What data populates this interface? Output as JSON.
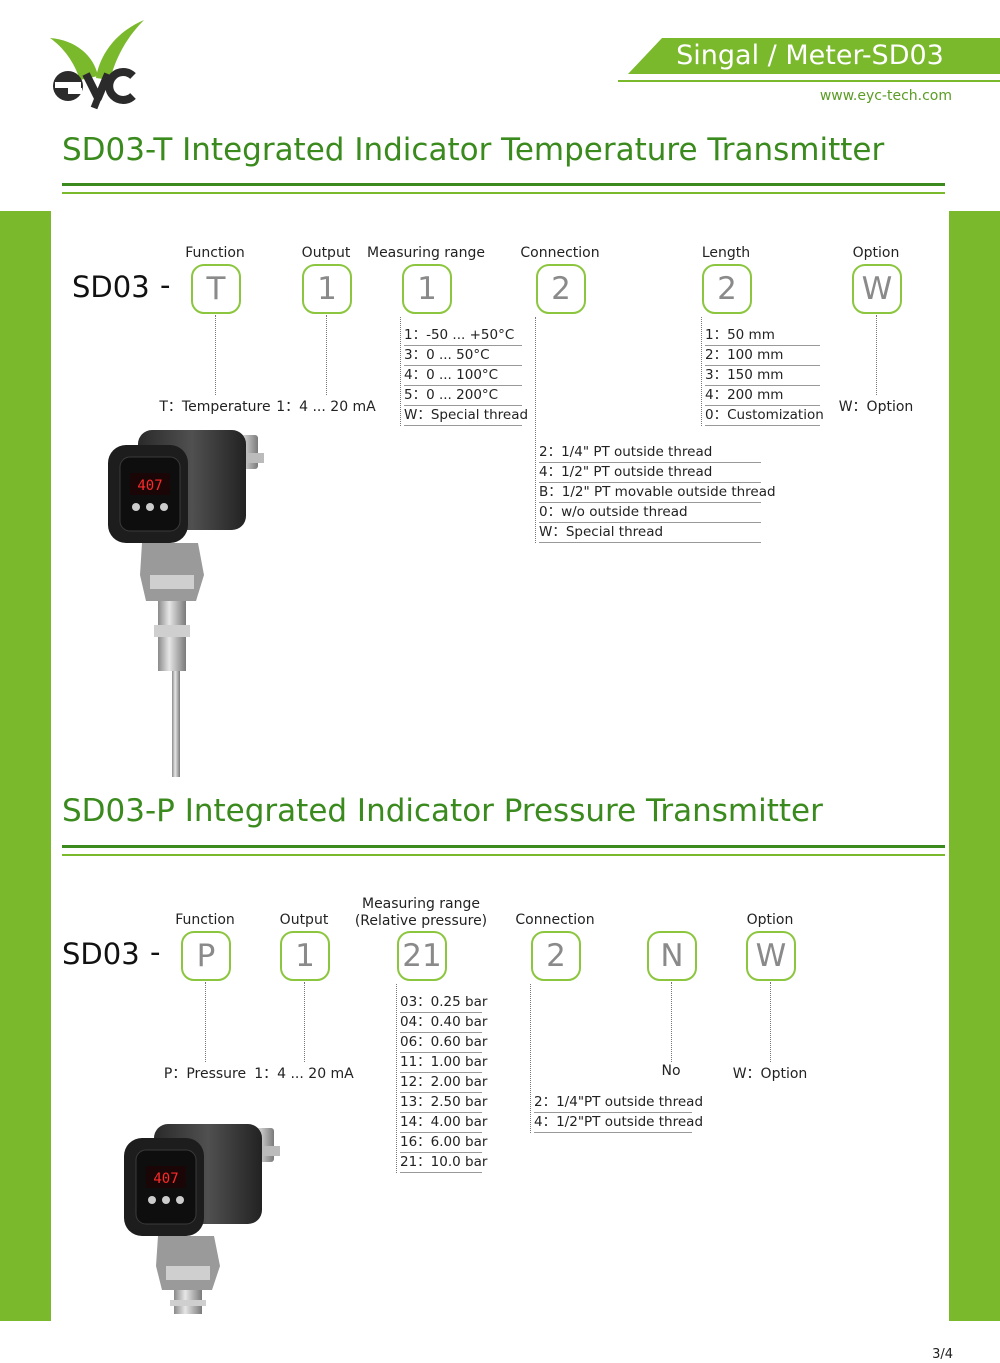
{
  "header": {
    "brand": "eyc",
    "title": "Singal / Meter-SD03",
    "url": "www.eyc-tech.com"
  },
  "colors": {
    "accent": "#7ab82c",
    "title_green": "#3a8a1e",
    "box_border": "#8cc63f"
  },
  "section_t": {
    "title": "SD03-T Integrated Indicator Temperature Transmitter",
    "model": "SD03",
    "dash": "-",
    "codes": [
      {
        "label": "Function",
        "value": "T",
        "desc": "T：Temperature"
      },
      {
        "label": "Output",
        "value": "1",
        "desc": "1：4 ... 20 mA"
      },
      {
        "label": "Measuring range",
        "value": "1",
        "options": [
          "1：-50 ... +50°C",
          "3：0 ... 50°C",
          "4：0 ... 100°C",
          "5：0 ... 200°C",
          "W：Special thread"
        ]
      },
      {
        "label": "Connection",
        "value": "2",
        "options": [
          "2：1/4\" PT outside thread",
          "4：1/2\" PT outside thread",
          "B：1/2\" PT movable outside thread",
          "0：w/o outside thread",
          "W：Special thread"
        ]
      },
      {
        "label": "Length",
        "value": "2",
        "options": [
          "1：50 mm",
          "2：100 mm",
          "3：150 mm",
          "4：200 mm",
          "0：Customization"
        ]
      },
      {
        "label": "Option",
        "value": "W",
        "desc": "W：Option"
      }
    ],
    "display_reading": "407"
  },
  "section_p": {
    "title": "SD03-P Integrated Indicator Pressure Transmitter",
    "model": "SD03",
    "dash": "-",
    "codes": [
      {
        "label": "Function",
        "value": "P",
        "desc": "P：Pressure"
      },
      {
        "label": "Output",
        "value": "1",
        "desc": "1：4 ... 20 mA"
      },
      {
        "label": "Measuring range",
        "label2": "(Relative pressure)",
        "value": "21",
        "options": [
          "03：0.25 bar",
          "04：0.40 bar",
          "06：0.60 bar",
          "11：1.00 bar",
          "12：2.00 bar",
          "13：2.50 bar",
          "14：4.00 bar",
          "16：6.00 bar",
          "21：10.0 bar"
        ]
      },
      {
        "label": "Connection",
        "value": "2",
        "options": [
          "2：1/4\"PT outside thread",
          "4：1/2\"PT outside thread"
        ]
      },
      {
        "label": "",
        "value": "N",
        "desc": "No"
      },
      {
        "label": "Option",
        "value": "W",
        "desc": "W：Option"
      }
    ],
    "display_reading": "407"
  },
  "page_number": "3/4"
}
